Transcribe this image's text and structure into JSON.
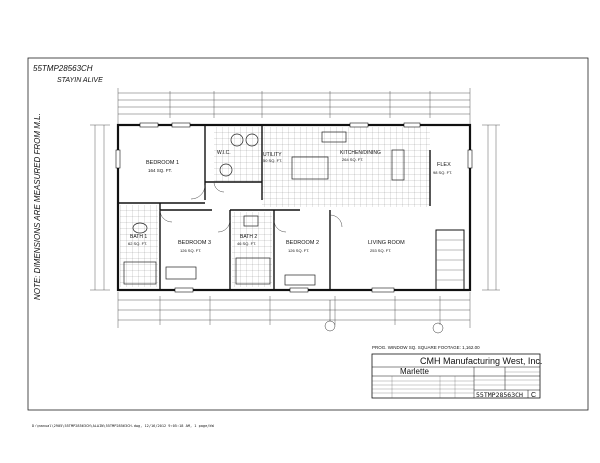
{
  "drawing": {
    "model_number": "55TMP28563CH",
    "model_name": "STAYIN ALIVE",
    "side_note": "NOTE: DIMENSIONS ARE MEASURED FROM M.L.",
    "footage_note": "PROG. WINDOW SQ. SQUARE FOOTAGE: 1,162.00",
    "file_path": "D:\\manual\\2905\\55TMP28563CH\\ALAIN\\55TMP28563CH.dwg, 12/16/2012 9:05:18 AM, 1 page/kW"
  },
  "rooms": {
    "bedroom1": {
      "name": "BEDROOM 1",
      "area": "164 SQ. FT."
    },
    "wic": {
      "name": "W.I.C."
    },
    "utility": {
      "name": "UTILITY",
      "area": "50 SQ. FT."
    },
    "kitchen": {
      "name": "KITCHEN/DINING",
      "area": "264 SQ. FT."
    },
    "flex": {
      "name": "FLEX",
      "area": "98 SQ. FT."
    },
    "bath1": {
      "name": "BATH 1",
      "area": "62 SQ. FT."
    },
    "bath2": {
      "name": "BATH 2",
      "area": "46 SQ. FT."
    },
    "bedroom3": {
      "name": "BEDROOM 3",
      "area": "126 SQ. FT."
    },
    "bedroom2": {
      "name": "BEDROOM 2",
      "area": "126 SQ. FT."
    },
    "living": {
      "name": "LIVING ROOM",
      "area": "253 SQ. FT."
    }
  },
  "title_block": {
    "company": "CMH Manufacturing West, Inc.",
    "location": "Marlette",
    "drawing_number": "55TMP28563CH",
    "sheet": "C"
  }
}
